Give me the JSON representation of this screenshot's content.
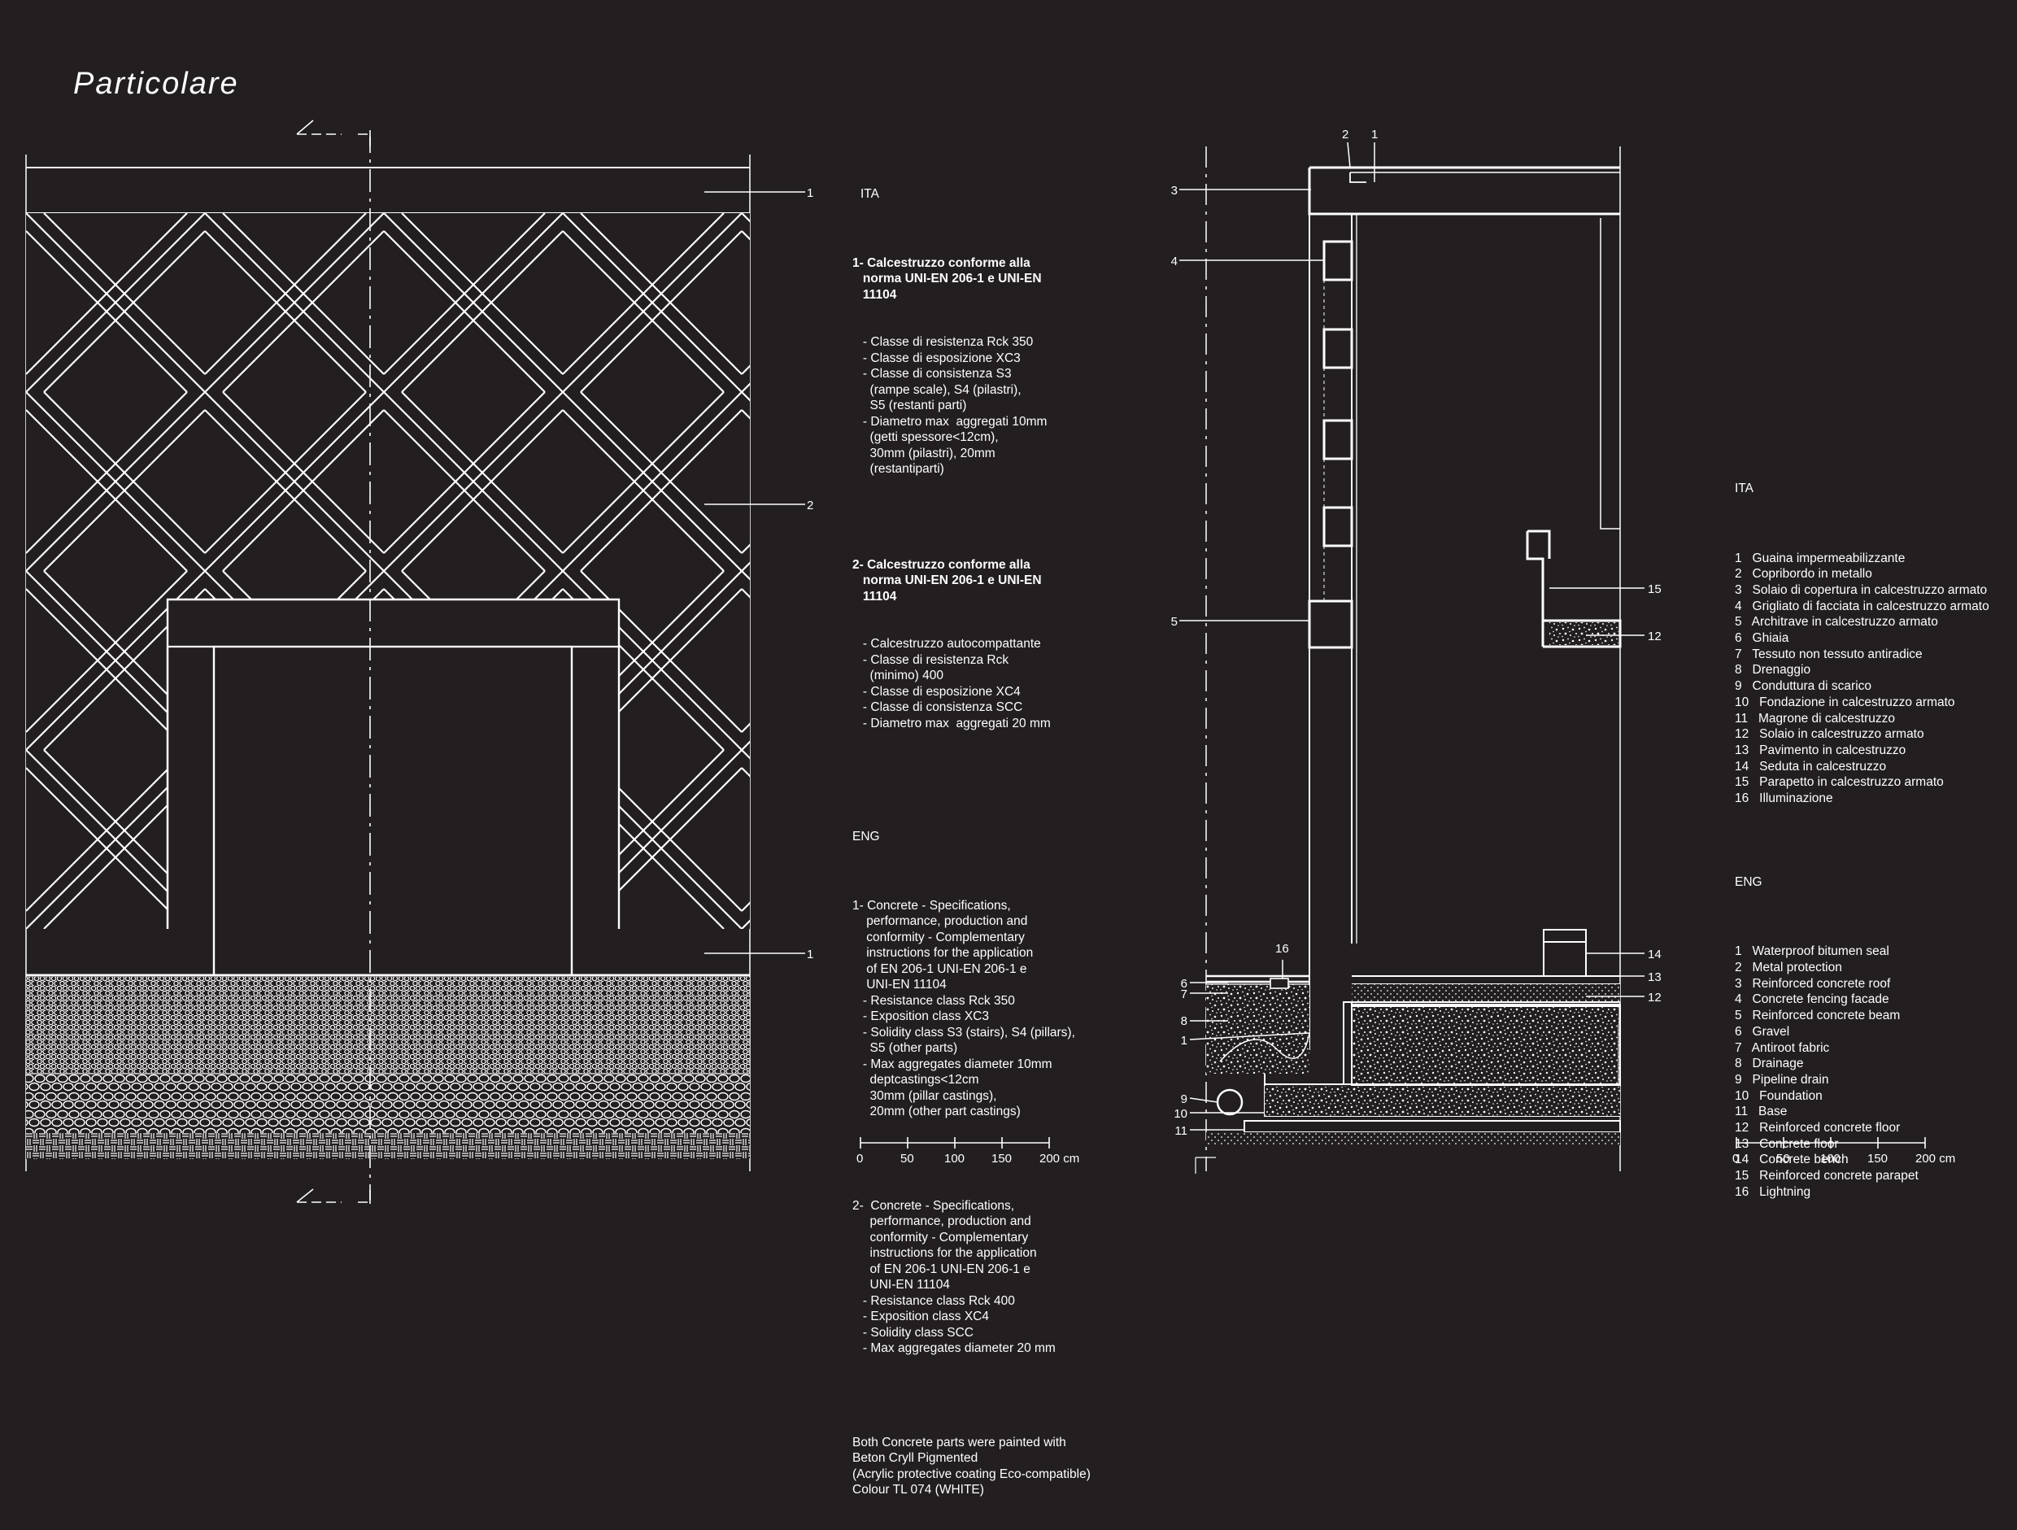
{
  "title": "Particolare",
  "elevation_callouts": [
    "1",
    "2",
    "1"
  ],
  "section_callouts": {
    "top": [
      "2",
      "1"
    ],
    "left": [
      "3",
      "4",
      "5",
      "16",
      "6",
      "7",
      "8",
      "1",
      "9",
      "10",
      "11"
    ],
    "right": [
      "15",
      "12",
      "14",
      "13",
      "12"
    ]
  },
  "spec": {
    "ita_header": "ITA",
    "ita_item1_title": "1- Calcestruzzo conforme alla\n   norma UNI-EN 206-1 e UNI-EN\n   11104",
    "ita_item1_body": "   - Classe di resistenza Rck 350\n   - Classe di esposizione XC3\n   - Classe di consistenza S3\n     (rampe scale), S4 (pilastri),\n     S5 (restanti parti)\n   - Diametro max  aggregati 10mm\n     (getti spessore<12cm),\n     30mm (pilastri), 20mm\n     (restantiparti)",
    "ita_item2_title": "2- Calcestruzzo conforme alla\n   norma UNI-EN 206-1 e UNI-EN\n   11104",
    "ita_item2_body": "   - Calcestruzzo autocompattante\n   - Classe di resistenza Rck\n     (minimo) 400\n   - Classe di esposizione XC4\n   - Classe di consistenza SCC\n   - Diametro max  aggregati 20 mm",
    "eng_header": "ENG",
    "eng_item1": "1- Concrete - Specifications,\n    performance, production and\n    conformity - Complementary\n    instructions for the application\n    of EN 206-1 UNI-EN 206-1 e\n    UNI-EN 11104\n   - Resistance class Rck 350\n   - Exposition class XC3\n   - Solidity class S3 (stairs), S4 (pillars),\n     S5 (other parts)\n   - Max aggregates diameter 10mm\n     deptcastings<12cm\n     30mm (pillar castings),\n     20mm (other part castings)",
    "eng_item2": "2-  Concrete - Specifications,\n     performance, production and\n     conformity - Complementary\n     instructions for the application\n     of EN 206-1 UNI-EN 206-1 e\n     UNI-EN 11104\n   - Resistance class Rck 400\n   - Exposition class XC4\n   - Solidity class SCC\n   - Max aggregates diameter 20 mm",
    "note": "Both Concrete parts were painted with\nBeton Cryll Pigmented\n(Acrylic protective coating Eco-compatible)\nColour TL 074 (WHITE)"
  },
  "legend": {
    "ita_header": "ITA",
    "ita_items": [
      "1   Guaina impermeabilizzante",
      "2   Copribordo in metallo",
      "3   Solaio di copertura in calcestruzzo armato",
      "4   Grigliato di facciata in calcestruzzo armato",
      "5   Architrave in calcestruzzo armato",
      "6   Ghiaia",
      "7   Tessuto non tessuto antiradice",
      "8   Drenaggio",
      "9   Conduttura di scarico",
      "10   Fondazione in calcestruzzo armato",
      "11   Magrone di calcestruzzo",
      "12   Solaio in calcestruzzo armato",
      "13   Pavimento in calcestruzzo",
      "14   Seduta in calcestruzzo",
      "15   Parapetto in calcestruzzo armato",
      "16   Illuminazione"
    ],
    "eng_header": "ENG",
    "eng_items": [
      "1   Waterproof bitumen seal",
      "2   Metal protection",
      "3   Reinforced concrete roof",
      "4   Concrete fencing facade",
      "5   Reinforced concrete beam",
      "6   Gravel",
      "7   Antiroot fabric",
      "8   Drainage",
      "9   Pipeline drain",
      "10   Foundation",
      "11   Base",
      "12   Reinforced concrete floor",
      "13   Concrete floor",
      "14   Concrete bench",
      "15   Reinforced concrete parapet",
      "16   Lightning"
    ]
  },
  "scale": {
    "ticks": [
      "0",
      "50",
      "100",
      "150",
      "200 cm"
    ]
  },
  "colors": {
    "background": "#231f20",
    "lines": "#ffffff"
  }
}
